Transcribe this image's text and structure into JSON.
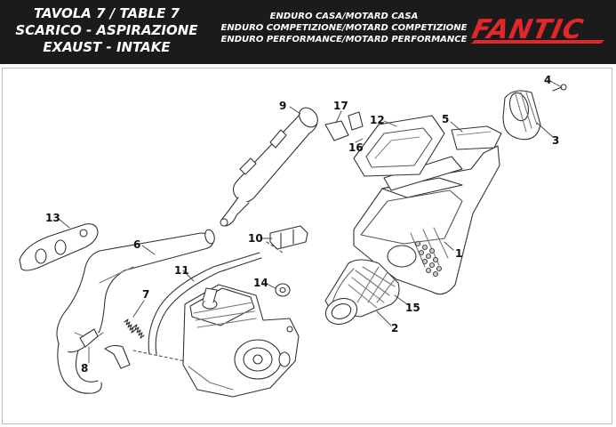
{
  "header": {
    "title_lines": [
      "TAVOLA 7  /  TABLE 7",
      "SCARICO - ASPIRAZIONE",
      "EXAUST - INTAKE"
    ],
    "model_lines": [
      "ENDURO CASA/MOTARD CASA",
      "ENDURO COMPETIZIONE/MOTARD COMPETIZIONE",
      "ENDURO PERFORMANCE/MOTARD PERFORMANCE"
    ],
    "brand": "FANTIC",
    "brand_color": "#e3262b"
  },
  "callouts": {
    "c1": "1",
    "c2": "2",
    "c3": "3",
    "c4": "4",
    "c5": "5",
    "c6": "6",
    "c7": "7",
    "c8": "8",
    "c9": "9",
    "c10": "10",
    "c11": "11",
    "c12": "12",
    "c13": "13",
    "c14": "14",
    "c15": "15",
    "c16": "16",
    "c17": "17"
  }
}
